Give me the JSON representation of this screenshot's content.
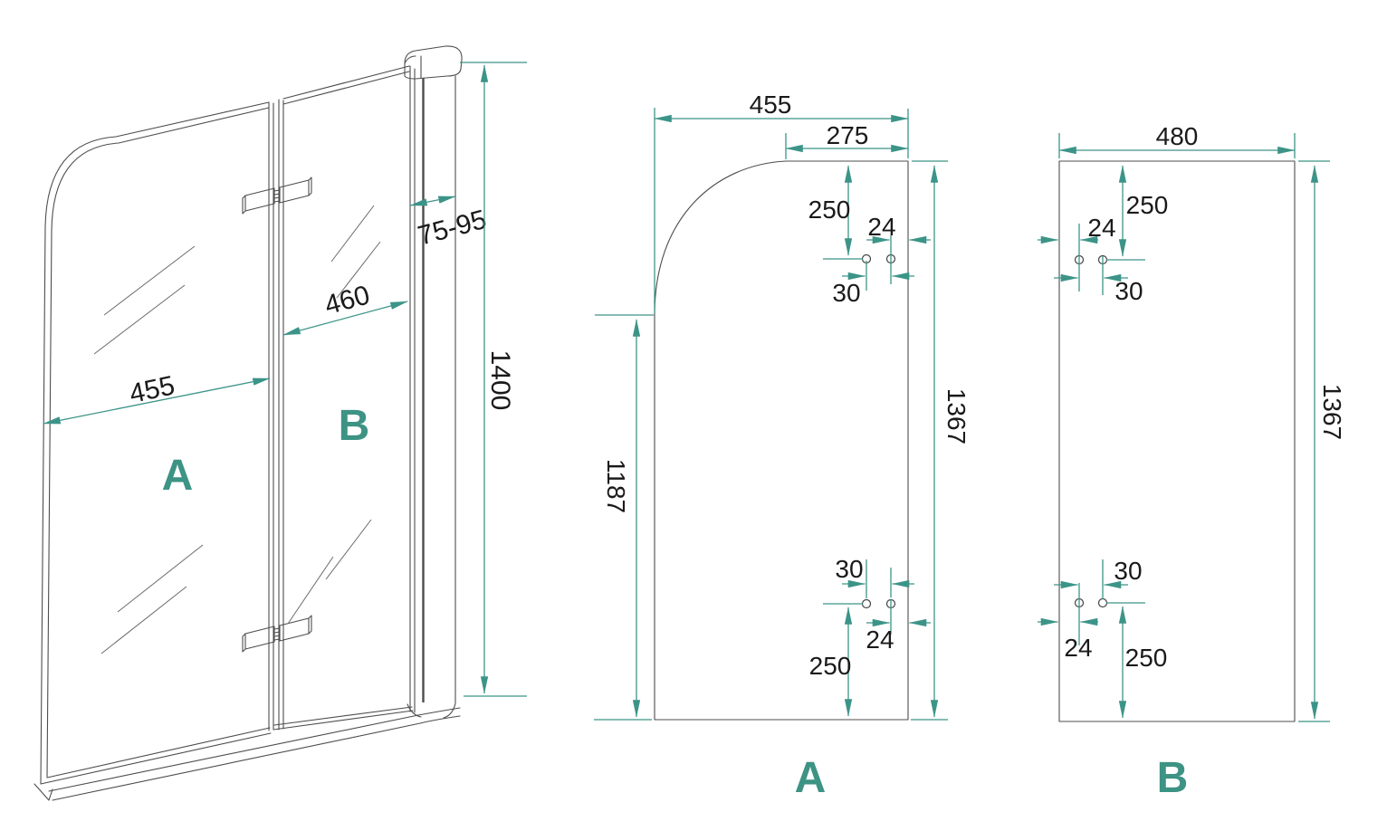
{
  "document": {
    "type": "technical-dimension-drawing",
    "subject": "two-panel folding bath screen"
  },
  "colors": {
    "dimension_line": "#3C9488",
    "panel_label": "#3D9384",
    "drawing_line": "#4D4D4D",
    "dimension_text": "#1A1A1A",
    "background": "#FFFFFF"
  },
  "perspective_view": {
    "panel_a_label": "A",
    "panel_b_label": "B",
    "width_a": "455",
    "width_b": "460",
    "profile_range": "75-95",
    "total_height": "1400"
  },
  "panel_a_view": {
    "label": "A",
    "width_total": "455",
    "width_flat": "275",
    "hole_offset_top": "250",
    "hole_edge_top": "24",
    "hole_pitch_top": "30",
    "height_right": "1367",
    "height_left": "1187",
    "hole_pitch_bottom": "30",
    "hole_edge_bottom": "24",
    "hole_offset_bottom": "250"
  },
  "panel_b_view": {
    "label": "B",
    "width_total": "480",
    "hole_offset_top": "250",
    "hole_edge_top": "24",
    "hole_pitch_top": "30",
    "height_right": "1367",
    "hole_pitch_bottom": "30",
    "hole_edge_bottom": "24",
    "hole_offset_bottom": "250"
  }
}
